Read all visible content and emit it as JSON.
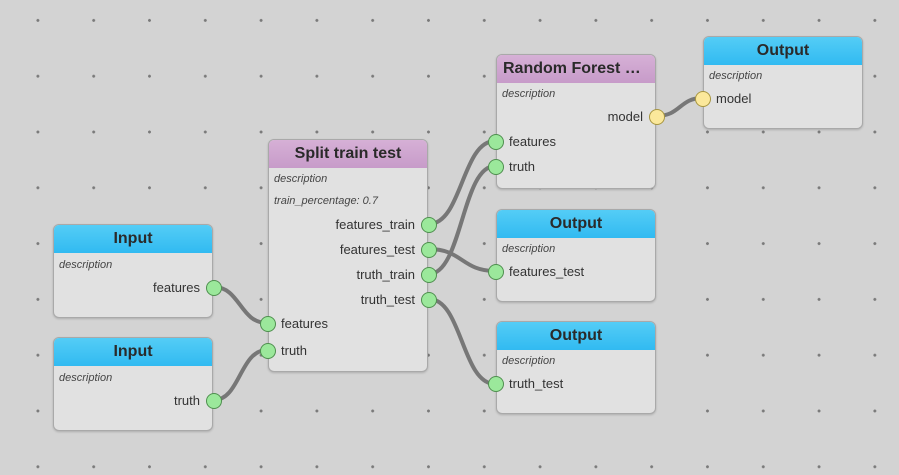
{
  "nodes": {
    "input_features": {
      "title": "Input",
      "description": "description",
      "output": "features"
    },
    "input_truth": {
      "title": "Input",
      "description": "description",
      "output": "truth"
    },
    "split": {
      "title": "Split train test",
      "description": "description",
      "param": "train_percentage: 0.7",
      "outputs": [
        "features_train",
        "features_test",
        "truth_train",
        "truth_test"
      ],
      "inputs": [
        "features",
        "truth"
      ]
    },
    "rf": {
      "title": "Random Forest Re...",
      "description": "description",
      "output": "model",
      "inputs": [
        "features",
        "truth"
      ]
    },
    "out_model": {
      "title": "Output",
      "description": "description",
      "input": "model"
    },
    "out_features_test": {
      "title": "Output",
      "description": "description",
      "input": "features_test"
    },
    "out_truth_test": {
      "title": "Output",
      "description": "description",
      "input": "truth_test"
    }
  },
  "colors": {
    "header_blue": "#31baf1",
    "header_pink": "#c79bc9",
    "port_green": "#9be89b",
    "port_yellow": "#fbe89b",
    "edge": "#777777"
  },
  "icons": {
    "port": "circle-port"
  }
}
